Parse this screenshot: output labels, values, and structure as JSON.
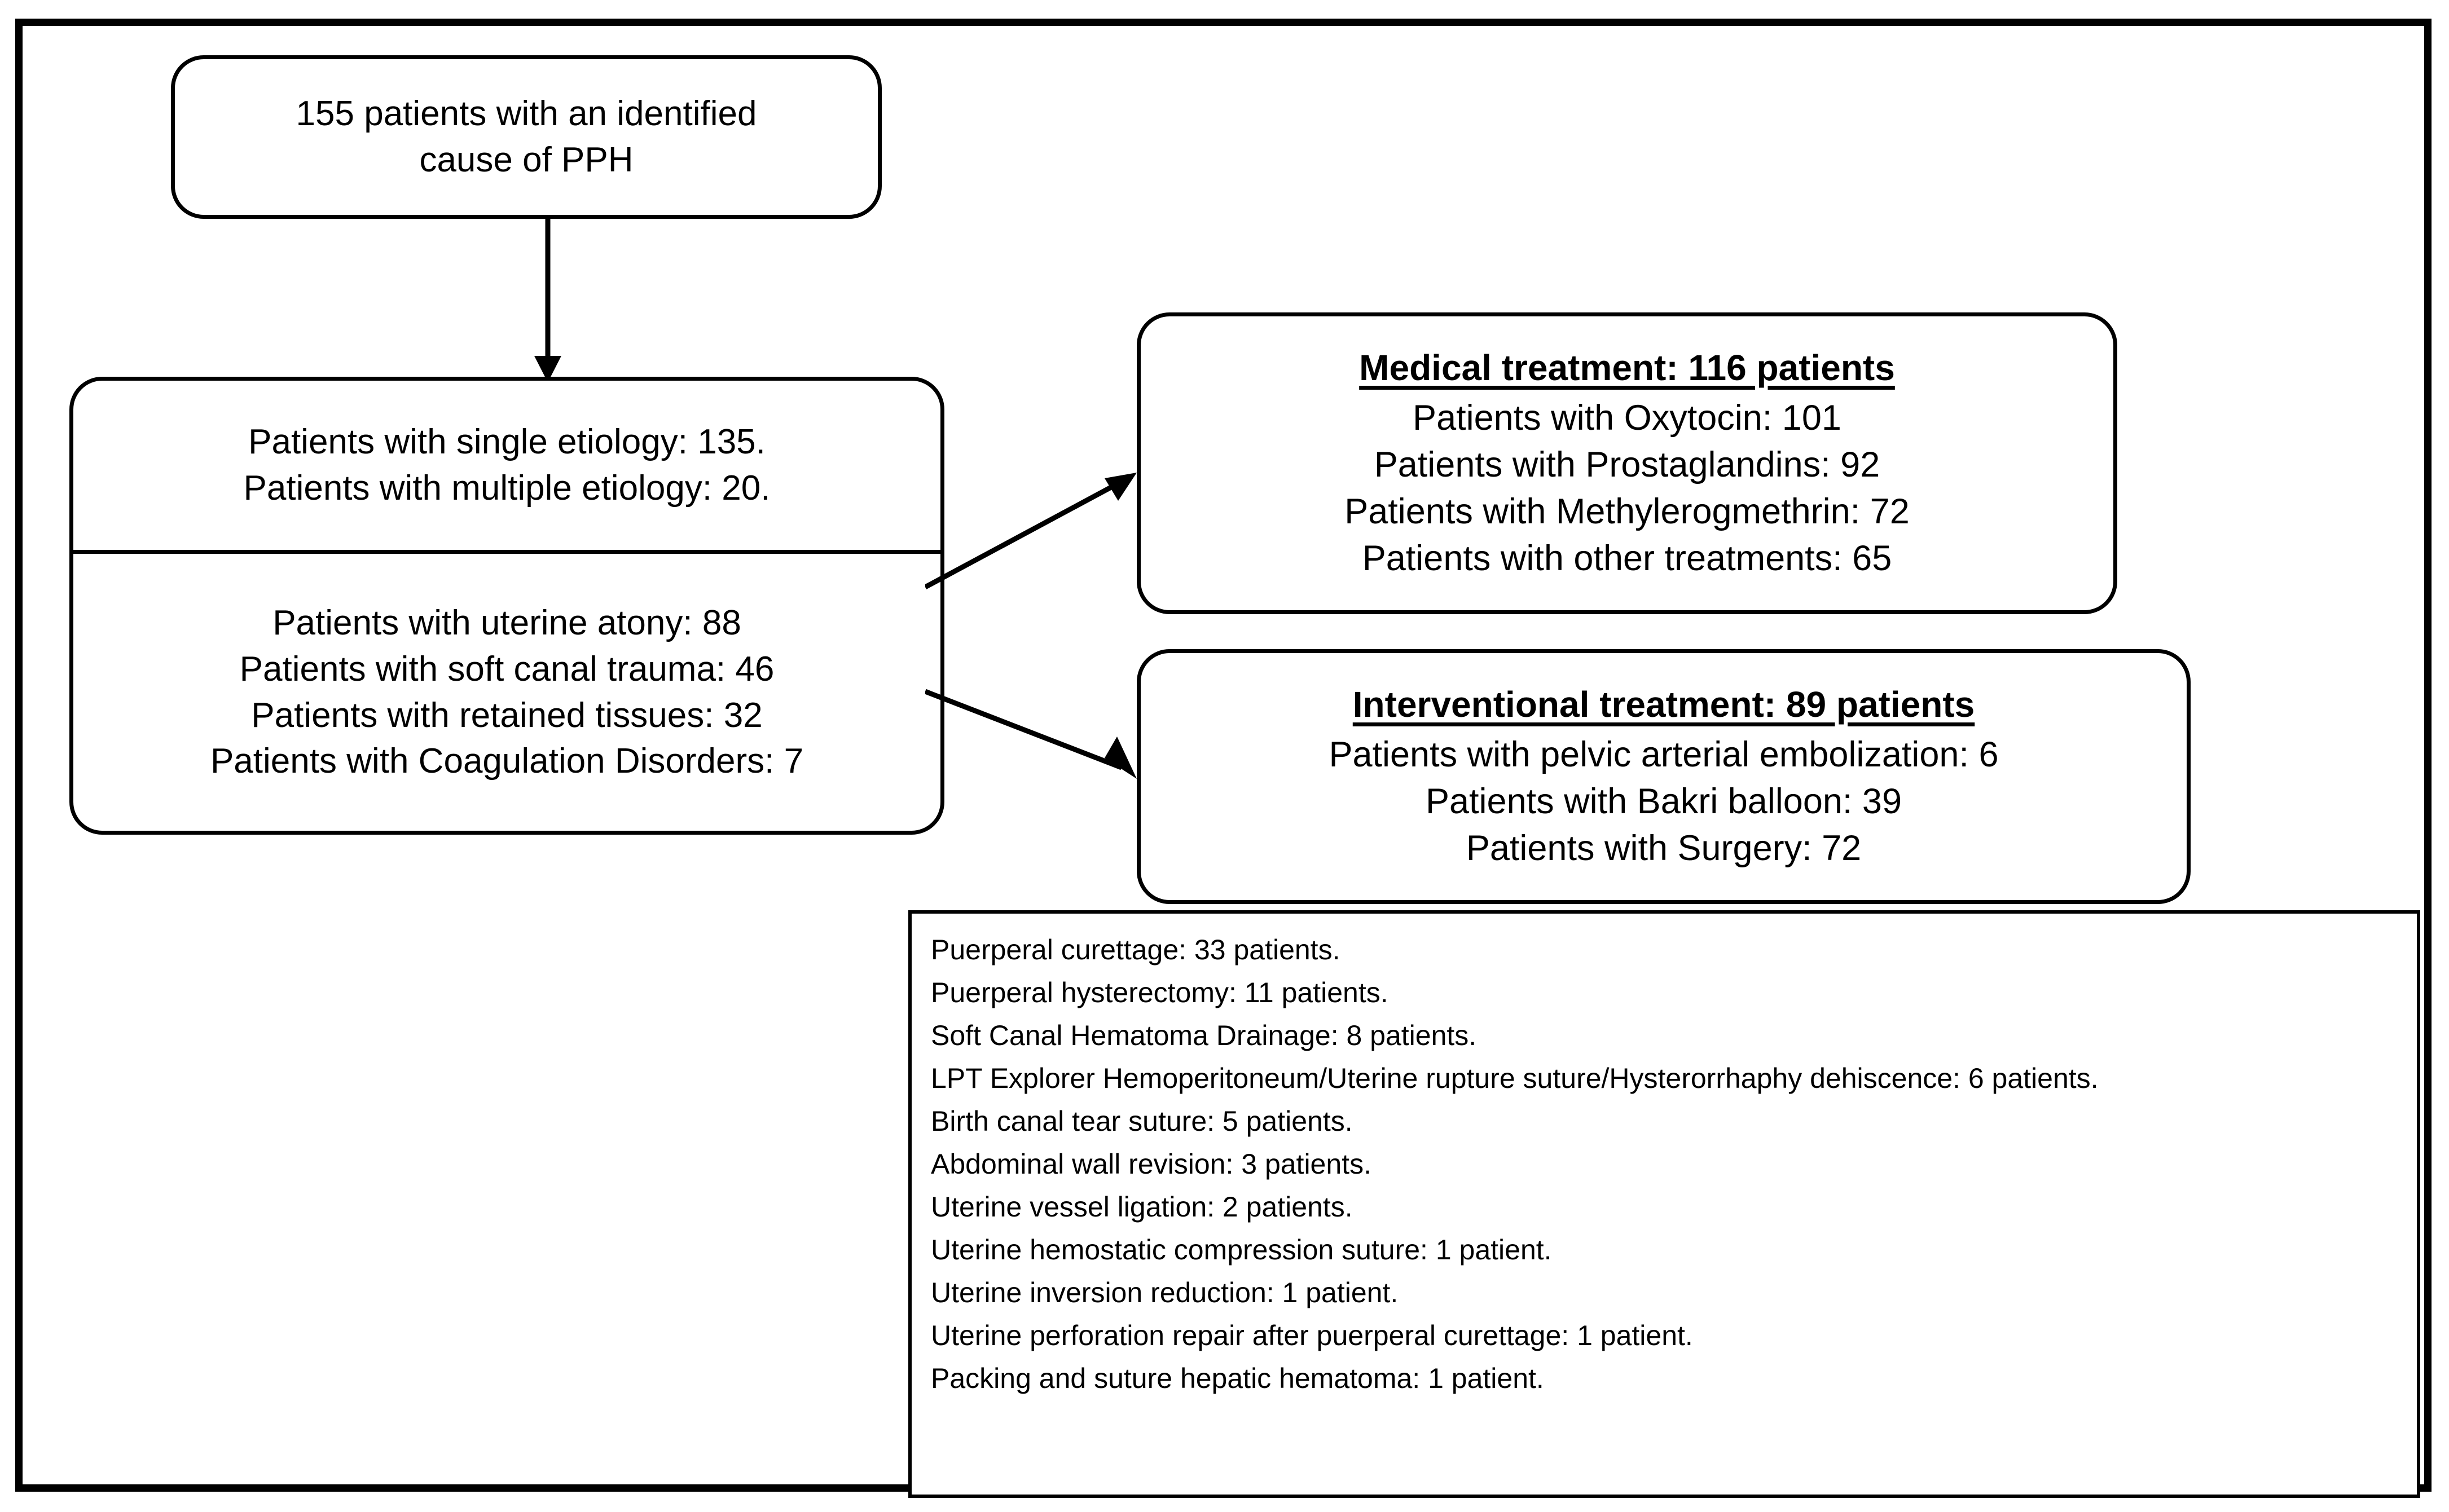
{
  "diagram": {
    "title": "PPH causes and treatment flowchart",
    "source_box": {
      "lines": [
        "155 patients with an identified",
        "cause of PPH"
      ]
    },
    "etiology_box": {
      "top_lines": [
        "Patients with single etiology: 135.",
        "Patients with multiple etiology: 20."
      ],
      "bottom_lines": [
        "Patients with uterine atony: 88",
        "Patients with soft canal trauma: 46",
        "Patients with retained tissues: 32",
        "Patients with Coagulation Disorders: 7"
      ]
    },
    "medical_box": {
      "heading": "Medical treatment: 116 patients",
      "lines": [
        "Patients with Oxytocin: 101",
        "Patients with Prostaglandins: 92",
        "Patients with Methylerogmethrin: 72",
        "Patients with other treatments: 65"
      ]
    },
    "interventional_box": {
      "heading": "Interventional treatment: 89 patients",
      "lines": [
        "Patients with pelvic arterial embolization: 6",
        "Patients with Bakri balloon: 39",
        "Patients with Surgery: 72"
      ]
    },
    "detail_panel": {
      "items": [
        "Puerperal curettage: 33 patients.",
        "Puerperal hysterectomy: 11 patients.",
        "Soft Canal Hematoma Drainage: 8 patients.",
        "LPT Explorer Hemoperitoneum/Uterine rupture suture/Hysterorrhaphy dehiscence: 6 patients.",
        "Birth canal tear suture: 5 patients.",
        "Abdominal wall revision: 3 patients.",
        "Uterine vessel ligation: 2 patients.",
        "Uterine hemostatic compression suture: 1 patient.",
        "Uterine inversion reduction: 1 patient.",
        "Uterine perforation repair after puerperal curettage: 1 patient.",
        "Packing and suture hepatic hematoma: 1 patient."
      ]
    },
    "colors": {
      "stroke": "#000000",
      "background": "#ffffff"
    }
  }
}
